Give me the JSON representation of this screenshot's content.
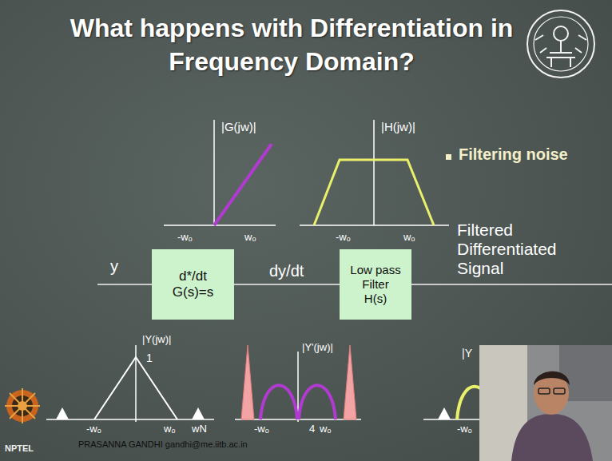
{
  "diagram": {
    "title": "What happens with Differentiation in Frequency Domain?",
    "nodes": [
      {
        "text": [
          "d*/dt",
          "G(s)=s"
        ]
      },
      {
        "text": [
          "Low pass Filter",
          "H(s)"
        ]
      }
    ],
    "edges": [
      {
        "from": 0,
        "to": 1,
        "arrow": "none",
        "label": "dy/dt"
      }
    ],
    "labels": [
      "|G(jw)|",
      "|H(jw)|",
      "Filtering noise",
      "-wₒ",
      "wₒ",
      "-wₒ",
      "wₒ",
      "y",
      "Filtered Differentiated Signal",
      "|Y(jw)|",
      "1",
      "|Y'(jw)|",
      "|Y",
      "-wₒ",
      "wₒ",
      "wN",
      "-wₒ",
      "4",
      "wₒ",
      "-wₒ",
      "PRASANNA GANDHI gandhi@me.iitb.ac.in",
      "NPTEL"
    ]
  }
}
